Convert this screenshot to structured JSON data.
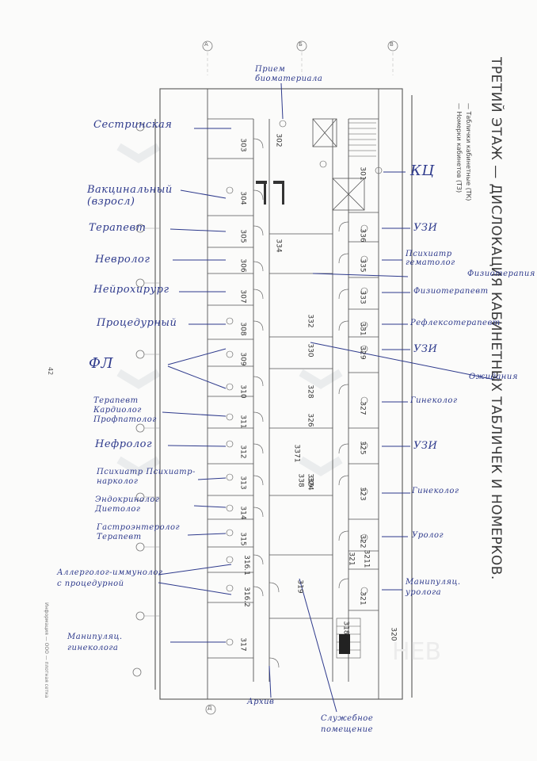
{
  "title": "ТРЕТИЙ ЭТАЖ — ДИСЛОКАЦИЯ КАБИНЕТНЫХ ТАБЛИЧЕК И НОМЕРКОВ.",
  "legend": {
    "item1": "— Таблички кабинетные (ТК)",
    "item2": "— Номерки кабинетов (ТЗ)"
  },
  "page_number": "42",
  "footer_note": "Информация — ООО — плотная сетка",
  "watermark": "НЕВ",
  "axes": {
    "top": [
      "А",
      "Б",
      "В"
    ],
    "bottom": [
      "Д"
    ]
  },
  "rooms": {
    "left": [
      "302",
      "303",
      "304",
      "305",
      "306",
      "307",
      "308",
      "309",
      "310",
      "311",
      "312",
      "313",
      "314",
      "315",
      "316.1",
      "316.2",
      "317"
    ],
    "center": [
      "334",
      "332",
      "330",
      "328",
      "326",
      "3371",
      "338",
      "339",
      "324",
      "319"
    ],
    "right": [
      "301",
      "336",
      "335",
      "333",
      "331",
      "329",
      "327",
      "325",
      "323",
      "322",
      "321",
      "3211",
      "321",
      "320",
      "318"
    ]
  },
  "notes_left": [
    "Сестринская",
    "Вакцинальный (взросл)",
    "Терапевт",
    "Невролог",
    "Нейрохирург",
    "Процедурный",
    "ФЛ",
    "Терапевт Кардиолог Профпатолог",
    "Нефролог",
    "Психиатр Психиатр-нарколог",
    "Эндокринолог Диетолог",
    "Гастроэнтеролог Терапевт",
    "Аллерголог-иммунолог с процедурной",
    "Манипуляц. гинеколога"
  ],
  "notes_right": [
    "КЦ",
    "УЗИ",
    "Психиатр гематолог",
    "Физиотерапия",
    "Физиотерапевт",
    "Рефлексотерапевт",
    "УЗИ",
    "Ожидания",
    "Гинеколог",
    "УЗИ",
    "Гинеколог",
    "Уролог",
    "Манипуляц. уролога"
  ],
  "notes_top": "Прием биоматериала",
  "notes_bottom": [
    "Архив",
    "Служебное помещение"
  ]
}
